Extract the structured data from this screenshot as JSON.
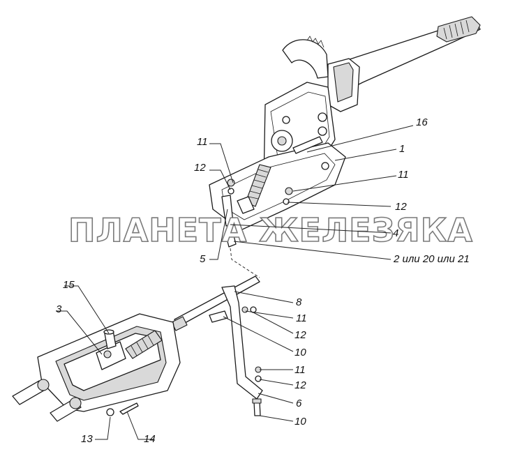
{
  "watermark": "ПЛАНЕТА ЖЕЛЕЗЯКА",
  "callouts": [
    {
      "id": "c16",
      "text": "16"
    },
    {
      "id": "c1",
      "text": "1"
    },
    {
      "id": "c11a",
      "text": "11"
    },
    {
      "id": "c12a",
      "text": "12"
    },
    {
      "id": "c11b",
      "text": "11"
    },
    {
      "id": "c12b",
      "text": "12"
    },
    {
      "id": "c4",
      "text": "4"
    },
    {
      "id": "c2",
      "text": "2 или 20 или 21"
    },
    {
      "id": "c5",
      "text": "5"
    },
    {
      "id": "c15",
      "text": "15"
    },
    {
      "id": "c3",
      "text": "3"
    },
    {
      "id": "c8",
      "text": "8"
    },
    {
      "id": "c11c",
      "text": "11"
    },
    {
      "id": "c12c",
      "text": "12"
    },
    {
      "id": "c10a",
      "text": "10"
    },
    {
      "id": "c11d",
      "text": "11"
    },
    {
      "id": "c12d",
      "text": "12"
    },
    {
      "id": "c6",
      "text": "6"
    },
    {
      "id": "c10b",
      "text": "10"
    },
    {
      "id": "c13",
      "text": "13"
    },
    {
      "id": "c14",
      "text": "14"
    }
  ]
}
